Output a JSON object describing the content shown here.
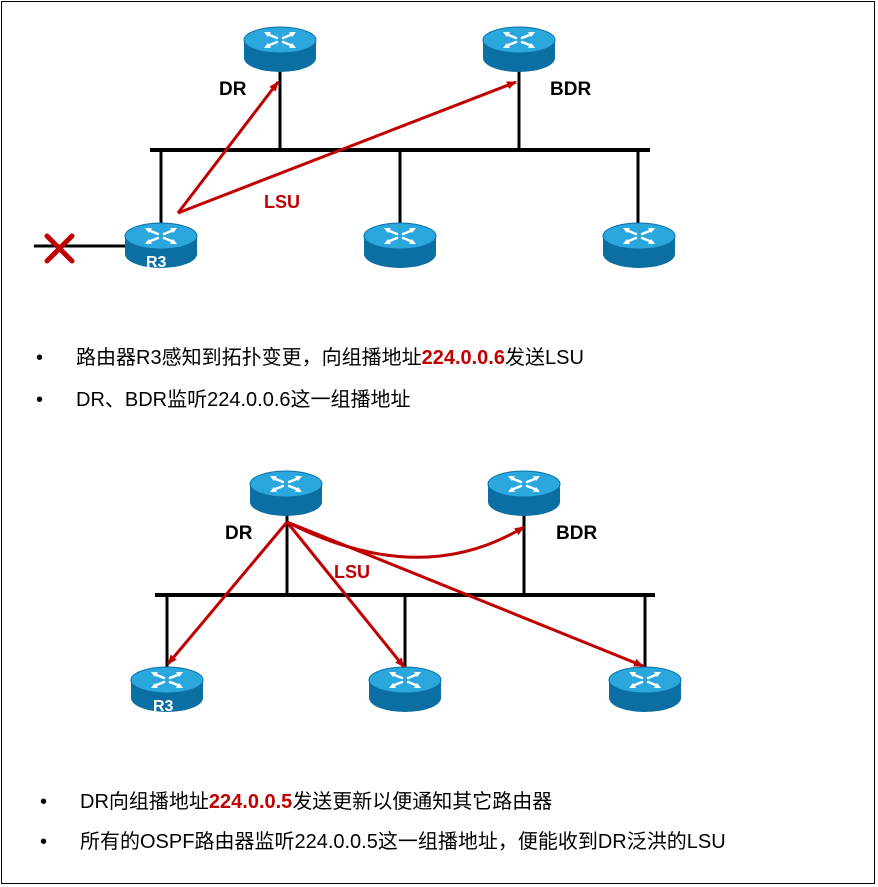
{
  "top": {
    "labels": {
      "dr": "DR",
      "bdr": "BDR",
      "lsu": "LSU",
      "r3": "R3"
    },
    "bullets": [
      {
        "pre": "路由器R3感知到拓扑变更，向组播地址",
        "hl": "224.0.0.6",
        "post": "发送LSU"
      },
      {
        "pre": "DR、BDR监听224.0.0.6这一组播地址",
        "hl": "",
        "post": ""
      }
    ]
  },
  "bottom": {
    "labels": {
      "dr": "DR",
      "bdr": "BDR",
      "lsu": "LSU",
      "r3": "R3"
    },
    "bullets": [
      {
        "pre": "DR向组播地址",
        "hl": "224.0.0.5",
        "post": "发送更新以便通知其它路由器"
      },
      {
        "pre": "所有的OSPF路由器监听224.0.0.5这一组播地址，便能收到DR泛洪的LSU",
        "hl": "",
        "post": ""
      }
    ]
  },
  "bullet_symbol": "•",
  "icons": [
    "router-icon",
    "fail-x-icon"
  ],
  "colors": {
    "arrow": "#c00000",
    "router_top": "#2aa7dc",
    "router_side": "#0b6fa4",
    "bus": "#000000",
    "highlight": "#c00000"
  }
}
